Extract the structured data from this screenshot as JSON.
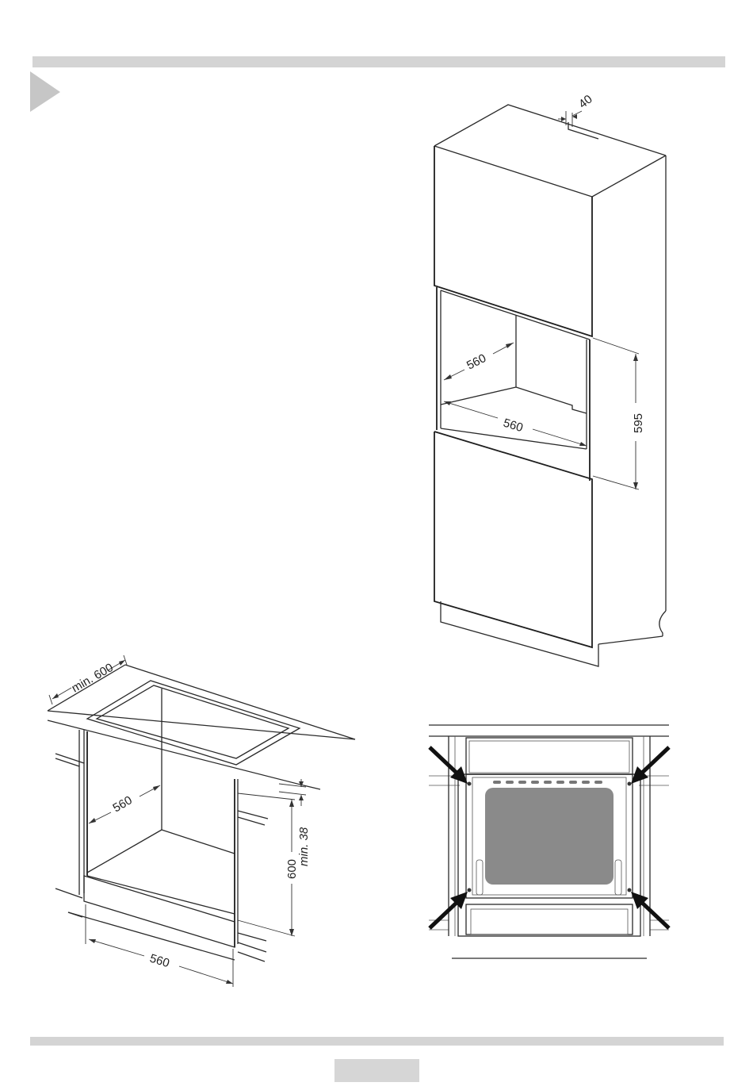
{
  "figures": {
    "tall_cabinet": {
      "dim_top_gap": "40",
      "dim_depth": "560",
      "dim_width": "560",
      "dim_height": "595"
    },
    "under_counter": {
      "dim_min_depth": "min. 600",
      "dim_depth": "560",
      "dim_width": "560",
      "dim_height": "600",
      "dim_min_gap": "min. 38"
    },
    "oven_front": {
      "arrow_count": 4,
      "window_color": "#8a8a8a"
    }
  },
  "decor": {
    "bar_color": "#d4d4d4",
    "section_marker_color": "#c6c6c6"
  }
}
